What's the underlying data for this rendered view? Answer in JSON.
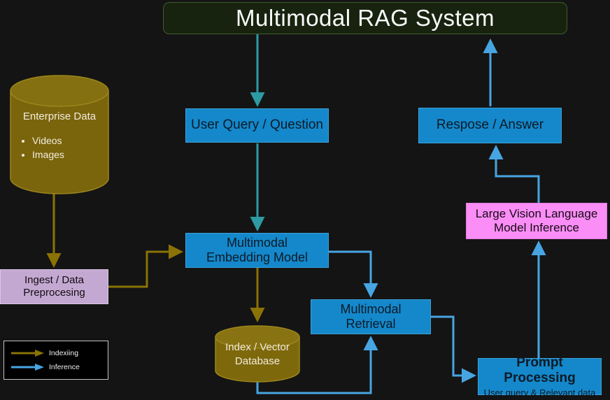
{
  "title": "Multimodal RAG System",
  "nodes": {
    "user_query": {
      "label": "User Query / Question"
    },
    "response": {
      "label": "Respose / Answer"
    },
    "embedding": {
      "label": "Multimodal Embedding Model"
    },
    "lvlm": {
      "label": "Large Vision Language Model Inference"
    },
    "ingest": {
      "label": "Ingest / Data Preprocesing"
    },
    "retrieval": {
      "label": "Multimodal Retrieval"
    },
    "prompt": {
      "label": "Prompt Processing",
      "sublabel": "User query & Relevant data"
    }
  },
  "datastores": {
    "enterprise": {
      "label": "Enterprise Data",
      "items": [
        "Videos",
        "Images"
      ]
    },
    "index": {
      "label": "Index / Vector Database"
    }
  },
  "legend": {
    "items": [
      {
        "label": "Indexiing",
        "color": "#8a7205"
      },
      {
        "label": "Inference",
        "color": "#47a5e2"
      }
    ]
  },
  "colors": {
    "background": "#141414",
    "node_blue": "#1488cb",
    "node_pink": "#fb8df6",
    "node_purple": "#c3a9d1",
    "cylinder_olive": "#7a650d",
    "title_bg": "#17230f",
    "title_border": "#3e5c2e",
    "arrow_indexing": "#8a7205",
    "arrow_inference": "#47a5e2",
    "arrow_teal": "#2d9aa4"
  }
}
